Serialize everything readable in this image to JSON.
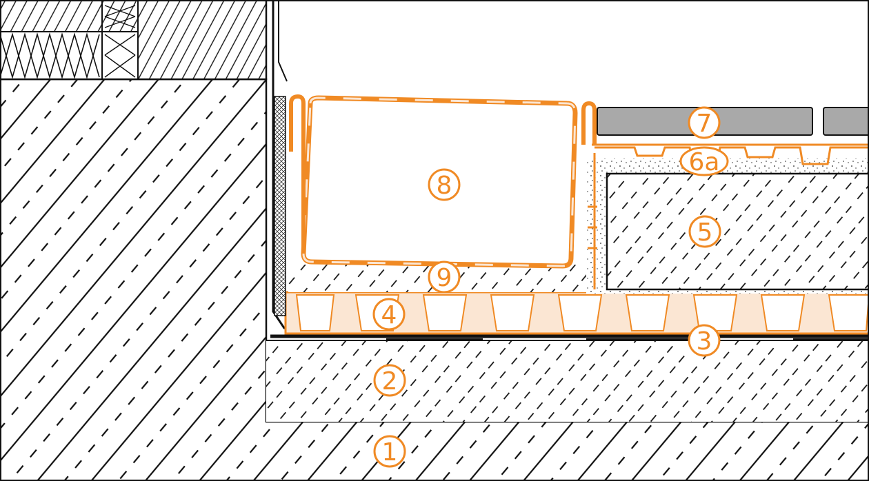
{
  "colors": {
    "orange": "#F08A24",
    "orange_light": "#F7D2B0",
    "orange_pale": "#FBE6D3",
    "line": "#111111",
    "tile": "#A9A9A9",
    "white": "#FFFFFF"
  },
  "callouts": {
    "c1": "1",
    "c2": "2",
    "c3": "3",
    "c4": "4",
    "c5": "5",
    "c6a": "6a",
    "c7": "7",
    "c8": "8",
    "c9": "9"
  }
}
